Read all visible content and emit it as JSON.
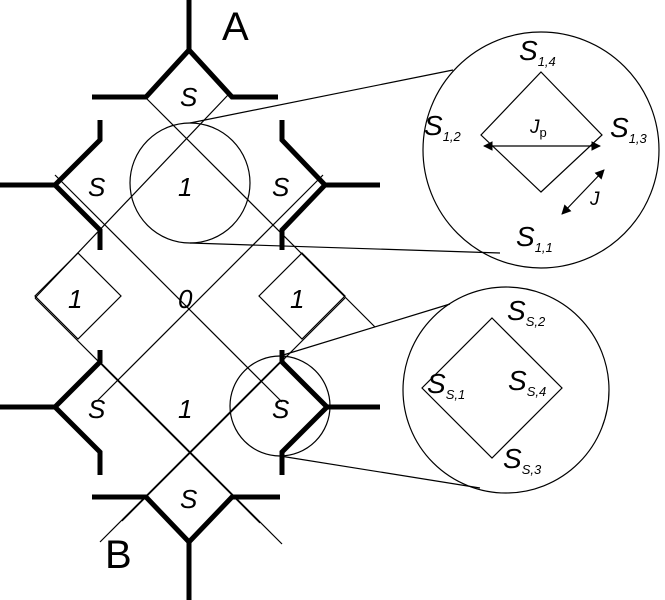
{
  "ports": {
    "top": "A",
    "bottom": "B"
  },
  "cells": {
    "top_s": "S",
    "upper_left_s": "S",
    "upper_center": "1",
    "upper_right_s": "S",
    "middle_left": "1",
    "middle_center": "0",
    "middle_right": "1",
    "lower_left_s": "S",
    "lower_center": "1",
    "lower_right_s": "S",
    "bottom_s": "S"
  },
  "inset_one": {
    "spins": [
      {
        "base": "S",
        "sub": "1,4"
      },
      {
        "base": "S",
        "sub": "1,2"
      },
      {
        "base": "S",
        "sub": "1,3"
      },
      {
        "base": "S",
        "sub": "1,1"
      }
    ],
    "coupling_p": {
      "base": "J",
      "sub": "p"
    },
    "coupling": "J"
  },
  "inset_s": {
    "spins": [
      {
        "base": "S",
        "sub": "S,2"
      },
      {
        "base": "S",
        "sub": "S,1"
      },
      {
        "base": "S",
        "sub": "S,4"
      },
      {
        "base": "S",
        "sub": "S,3"
      }
    ]
  }
}
